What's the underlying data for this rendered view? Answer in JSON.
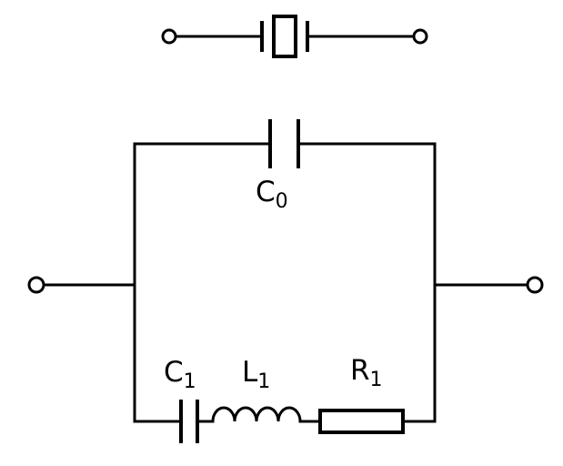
{
  "diagram": {
    "colors": {
      "stroke": "#000000",
      "background": "#ffffff"
    },
    "labels": {
      "c0": {
        "base": "C",
        "sub": "0"
      },
      "c1": {
        "base": "C",
        "sub": "1"
      },
      "l1": {
        "base": "L",
        "sub": "1"
      },
      "r1": {
        "base": "R",
        "sub": "1"
      }
    }
  }
}
